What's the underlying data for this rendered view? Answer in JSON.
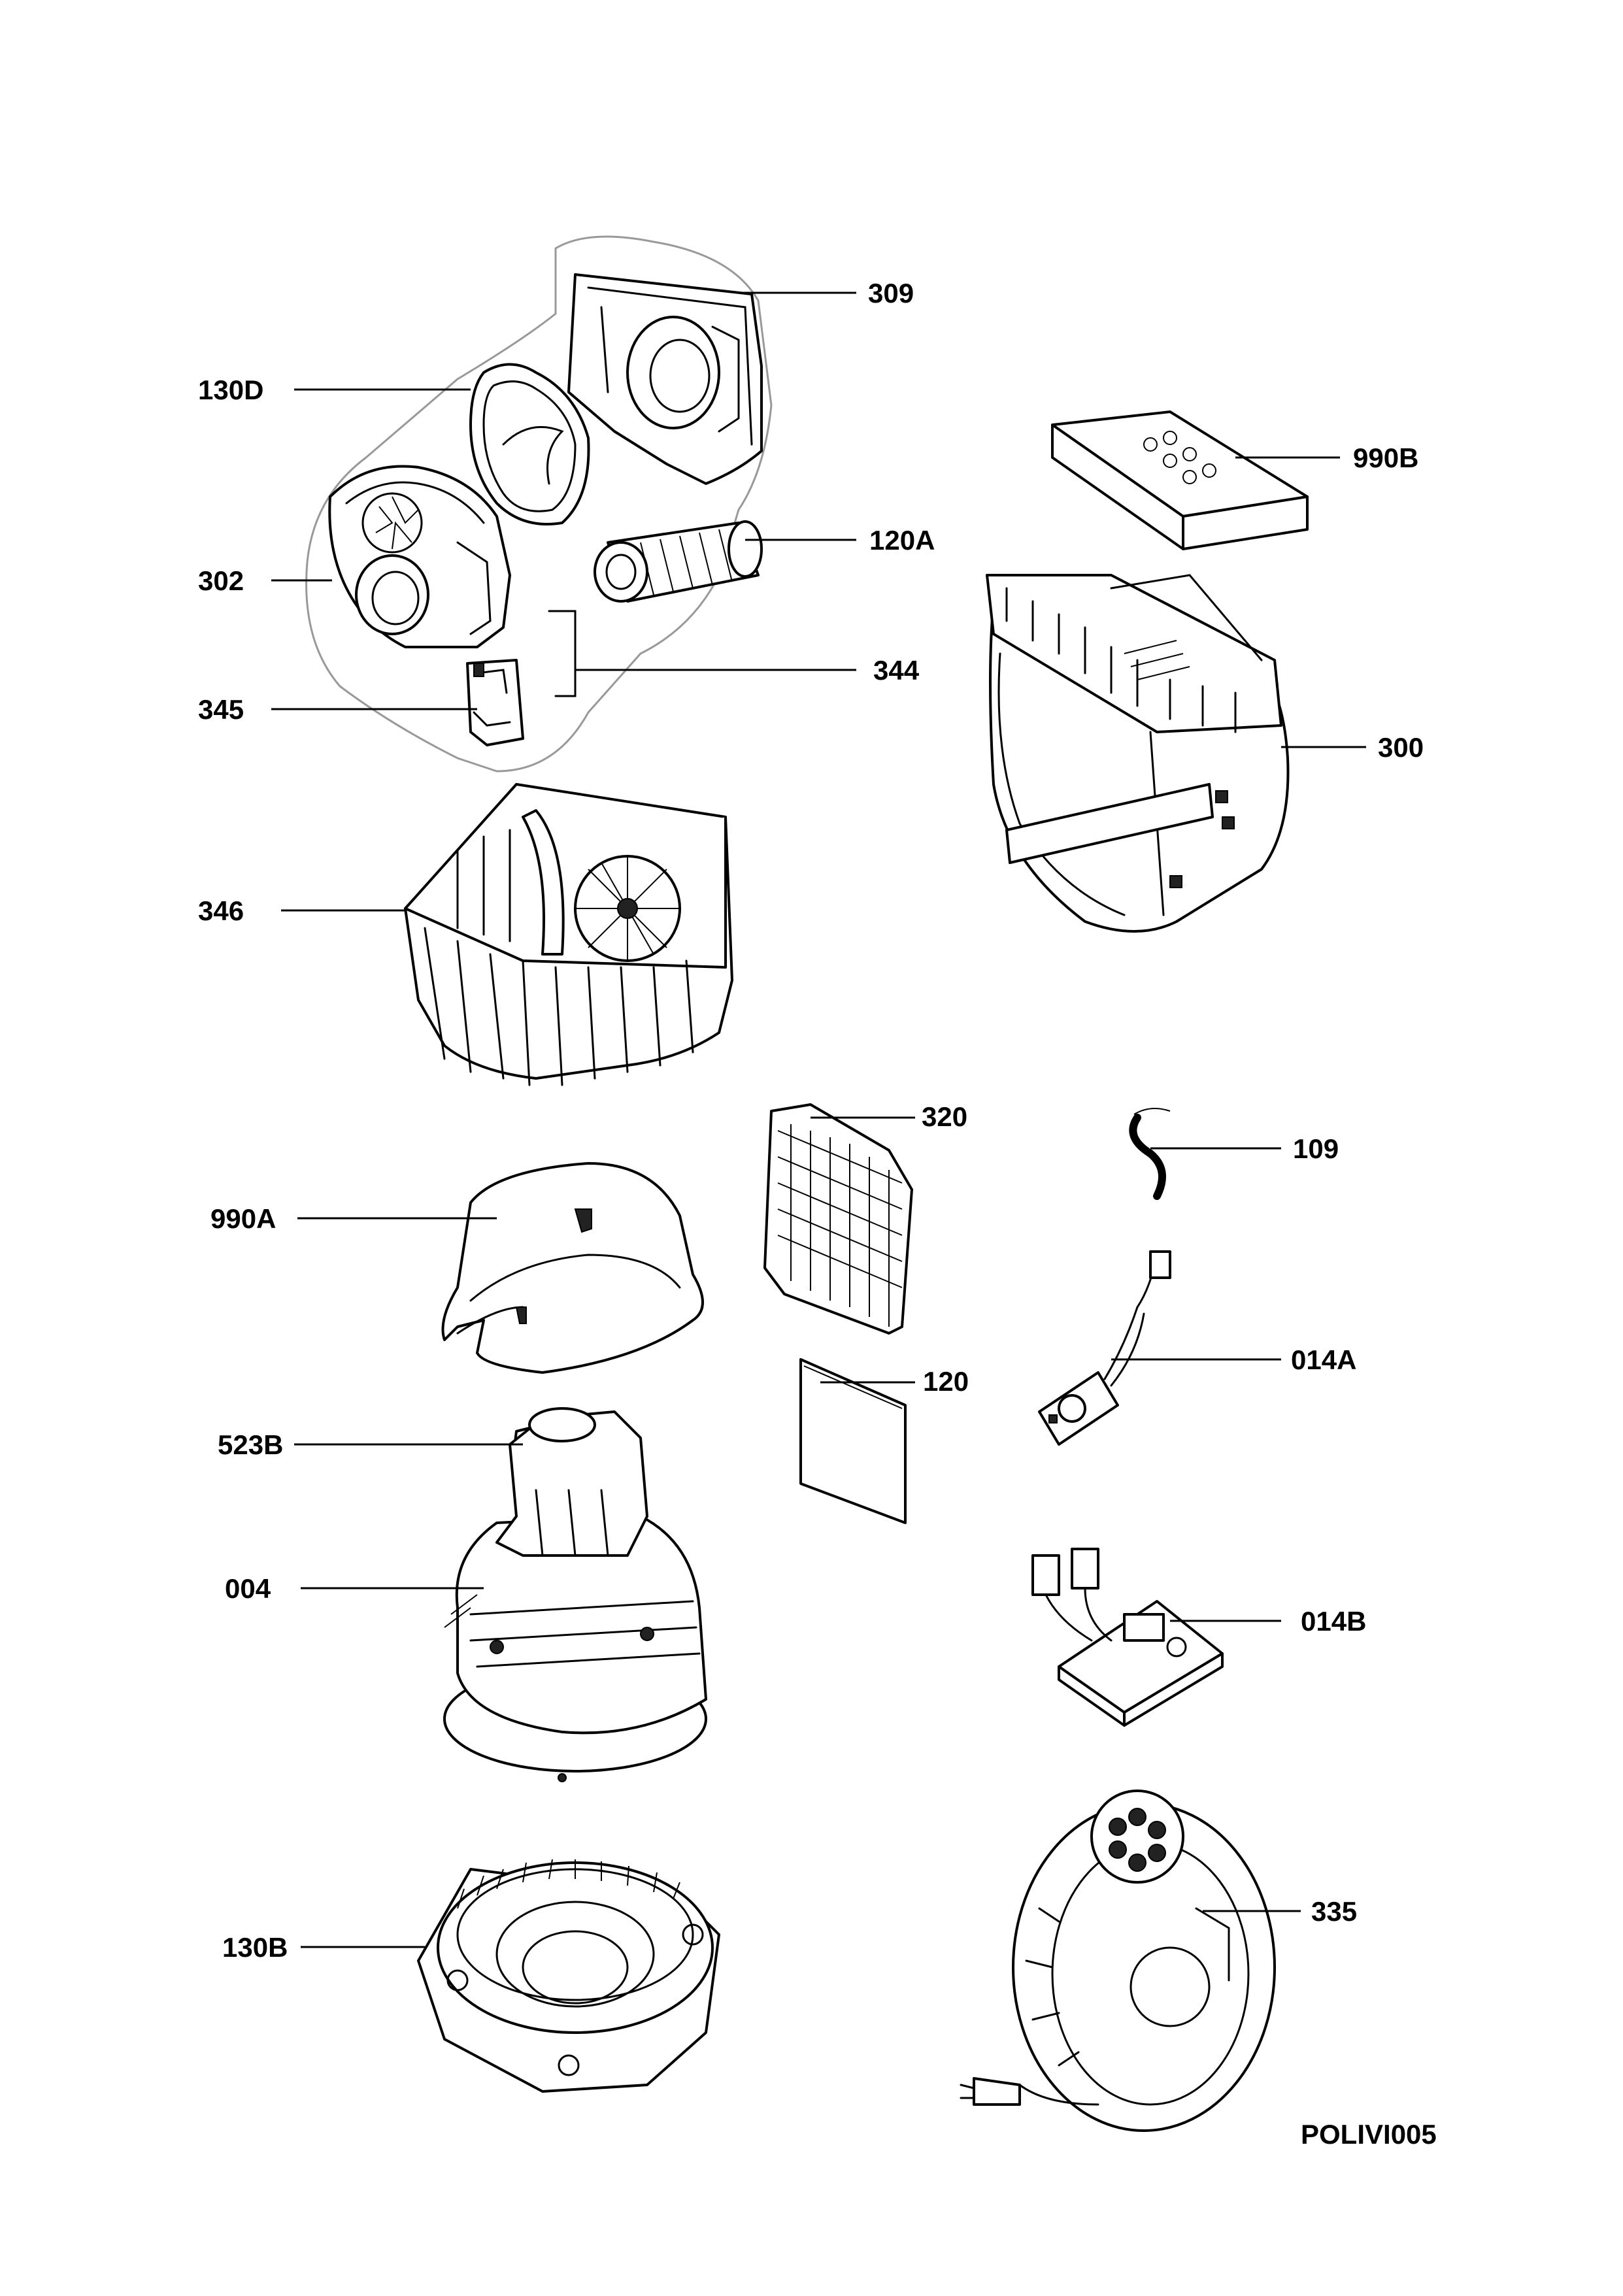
{
  "diagram": {
    "doc_code": "POLIVI005",
    "parts": [
      {
        "id": "309",
        "label": "309"
      },
      {
        "id": "130D",
        "label": "130D"
      },
      {
        "id": "990B",
        "label": "990B"
      },
      {
        "id": "120A",
        "label": "120A"
      },
      {
        "id": "302",
        "label": "302"
      },
      {
        "id": "344",
        "label": "344"
      },
      {
        "id": "345",
        "label": "345"
      },
      {
        "id": "300",
        "label": "300"
      },
      {
        "id": "346",
        "label": "346"
      },
      {
        "id": "320",
        "label": "320"
      },
      {
        "id": "109",
        "label": "109"
      },
      {
        "id": "990A",
        "label": "990A"
      },
      {
        "id": "014A",
        "label": "014A"
      },
      {
        "id": "120",
        "label": "120"
      },
      {
        "id": "523B",
        "label": "523B"
      },
      {
        "id": "004",
        "label": "004"
      },
      {
        "id": "014B",
        "label": "014B"
      },
      {
        "id": "335",
        "label": "335"
      },
      {
        "id": "130B",
        "label": "130B"
      }
    ]
  }
}
